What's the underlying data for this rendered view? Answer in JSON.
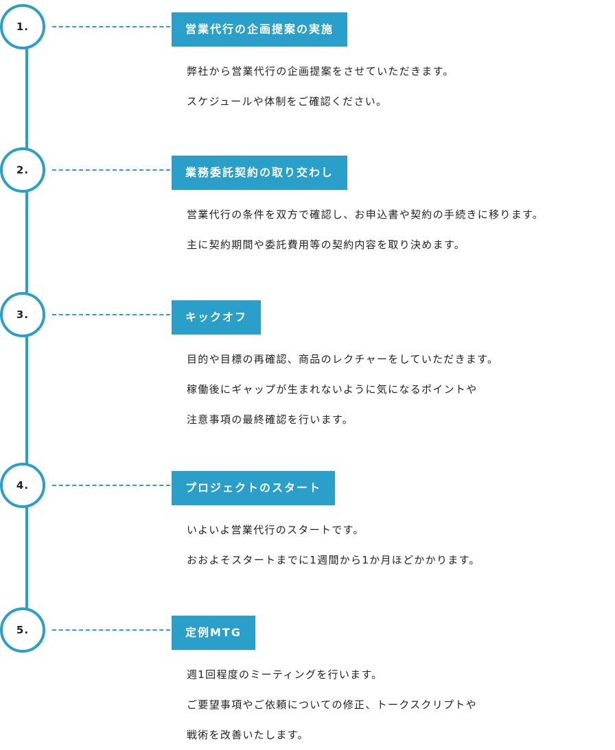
{
  "steps": [
    {
      "number": "1.",
      "title": "営業代行の企画提案の実施",
      "lines": [
        "弊社から営業代行の企画提案をさせていただきます。",
        "スケジュールや体制をご確認ください。"
      ]
    },
    {
      "number": "2.",
      "title": "業務委託契約の取り交わし",
      "lines": [
        "営業代行の条件を双方で確認し、お申込書や契約の手続きに移ります。",
        "主に契約期間や委託費用等の契約内容を取り決めます。"
      ]
    },
    {
      "number": "3.",
      "title": "キックオフ",
      "lines": [
        "目的や目標の再確認、商品のレクチャーをしていただきます。",
        "稼働後にギャップが生まれないように気になるポイントや",
        "注意事項の最終確認を行います。"
      ]
    },
    {
      "number": "4.",
      "title": "プロジェクトのスタート",
      "lines": [
        "いよいよ営業代行のスタートです。",
        "おおよそスタートまでに1週間から1か月ほどかかります。"
      ]
    },
    {
      "number": "5.",
      "title": "定例MTG",
      "lines": [
        "週1回程度のミーティングを行います。",
        "ご要望事項やご依頼についての修正、トークスクリプトや",
        "戦術を改善いたします。"
      ]
    }
  ],
  "colors": {
    "accent": "#2a9fc9",
    "text": "#222222",
    "background": "#ffffff"
  }
}
